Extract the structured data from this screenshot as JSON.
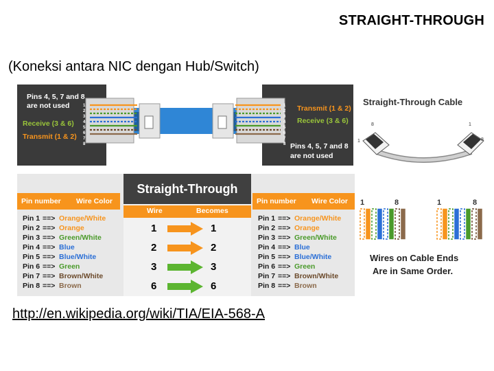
{
  "page": {
    "title": "STRAIGHT-THROUGH",
    "subtitle": "(Koneksi antara NIC dengan Hub/Switch)",
    "link": "http://en.wikipedia.org/wiki/TIA/EIA-568-A"
  },
  "connector_diagram": {
    "left_note_line1": "Pins 4, 5, 7 and 8",
    "left_note_line2": "are not used",
    "receive_left": "Receive (3 & 6)",
    "transmit_left": "Transmit (1 & 2)",
    "transmit_right": "Transmit (1 & 2)",
    "receive_right": "Receive (3 & 6)",
    "right_note_line1": "Pins 4, 5, 7 and 8",
    "right_note_line2": "are not used",
    "pin_numbers": [
      "1",
      "2",
      "3",
      "4",
      "5",
      "6",
      "7",
      "8"
    ]
  },
  "pin_table": {
    "left_header_pin": "Pin number",
    "left_header_color": "Wire Color",
    "right_header_pin": "Pin number",
    "right_header_color": "Wire Color",
    "arrow_text": "==>",
    "rows": [
      {
        "pin": "Pin 1",
        "color": "Orange/White",
        "hex": "#f7941d"
      },
      {
        "pin": "Pin 2",
        "color": "Orange",
        "hex": "#f7941d"
      },
      {
        "pin": "Pin 3",
        "color": "Green/White",
        "hex": "#4a9a2a"
      },
      {
        "pin": "Pin 4",
        "color": "Blue",
        "hex": "#2b6fd6"
      },
      {
        "pin": "Pin 5",
        "color": "Blue/White",
        "hex": "#2b6fd6"
      },
      {
        "pin": "Pin 6",
        "color": "Green",
        "hex": "#4a9a2a"
      },
      {
        "pin": "Pin 7",
        "color": "Brown/White",
        "hex": "#6b4a2b"
      },
      {
        "pin": "Pin 8",
        "color": "Brown",
        "hex": "#8b6a4b"
      }
    ]
  },
  "center_panel": {
    "title": "Straight-Through",
    "header_wire": "Wire",
    "header_becomes": "Becomes",
    "mappings": [
      {
        "wire": "1",
        "becomes": "1",
        "arrow_color": "#f7941d"
      },
      {
        "wire": "2",
        "becomes": "2",
        "arrow_color": "#f7941d"
      },
      {
        "wire": "3",
        "becomes": "3",
        "arrow_color": "#5cb531"
      },
      {
        "wire": "6",
        "becomes": "6",
        "arrow_color": "#5cb531"
      }
    ]
  },
  "cable_illustration": {
    "title": "Straight-Through Cable",
    "label_left_top": "8",
    "label_left_bottom": "1",
    "label_right_top": "1",
    "label_right_bottom": "8"
  },
  "wire_ends": {
    "left_pin_1": "1",
    "left_pin_8": "8",
    "right_pin_1": "1",
    "right_pin_8": "8",
    "caption_line1": "Wires on Cable Ends",
    "caption_line2": "Are in Same Order."
  }
}
